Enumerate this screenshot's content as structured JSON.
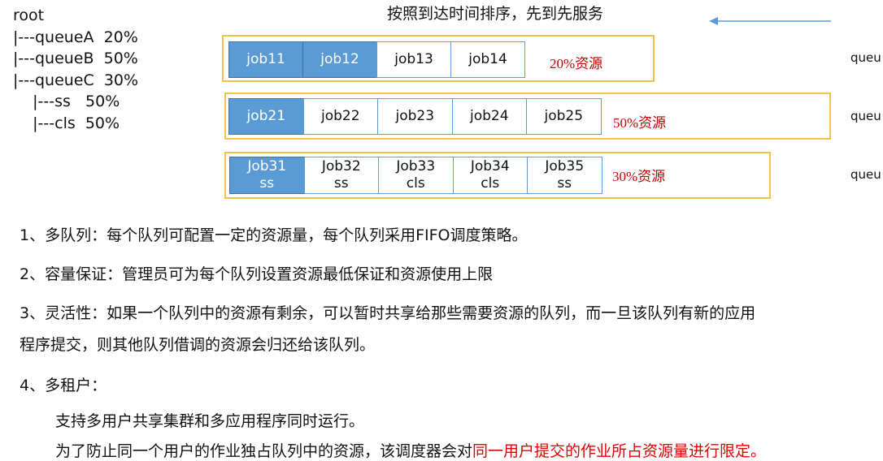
{
  "tree": [
    "root",
    "|---queueA  20%",
    "|---queueB  50%",
    "|---queueC  30%",
    "    |---ss   50%",
    "    |---cls  50%"
  ],
  "heading": "按照到达时间排序，先到先服务",
  "queues": [
    {
      "label": "queu",
      "resource": "20%资源",
      "jobs": [
        {
          "line1": "job11",
          "line2": "",
          "filled": true
        },
        {
          "line1": "job12",
          "line2": "",
          "filled": true
        },
        {
          "line1": "job13",
          "line2": "",
          "filled": false
        },
        {
          "line1": "job14",
          "line2": "",
          "filled": false
        }
      ]
    },
    {
      "label": "queu",
      "resource": "50%资源",
      "jobs": [
        {
          "line1": "job21",
          "line2": "",
          "filled": true
        },
        {
          "line1": "job22",
          "line2": "",
          "filled": false
        },
        {
          "line1": "job23",
          "line2": "",
          "filled": false
        },
        {
          "line1": "job24",
          "line2": "",
          "filled": false
        },
        {
          "line1": "job25",
          "line2": "",
          "filled": false
        }
      ]
    },
    {
      "label": "queu",
      "resource": "30%资源",
      "jobs": [
        {
          "line1": "Job31",
          "line2": "ss",
          "filled": true
        },
        {
          "line1": "Job32",
          "line2": "ss",
          "filled": false
        },
        {
          "line1": "Job33",
          "line2": "cls",
          "filled": false
        },
        {
          "line1": "Job34",
          "line2": "cls",
          "filled": false
        },
        {
          "line1": "Job35",
          "line2": "ss",
          "filled": false
        }
      ]
    }
  ],
  "points": {
    "p1": "1、多队列：每个队列可配置一定的资源量，每个队列采用FIFO调度策略。",
    "p2": "2、容量保证：管理员可为每个队列设置资源最低保证和资源使用上限",
    "p3a": "3、灵活性：如果一个队列中的资源有剩余，可以暂时共享给那些需要资源的队列，而一旦该队列有新的应用",
    "p3b": "程序提交，则其他队列借调的资源会归还给该队列。",
    "p4": "4、多租户：",
    "p4a": "支持多用户共享集群和多应用程序同时运行。",
    "p4b_normal": "为了防止同一个用户的作业独占队列中的资源，该调度器会对",
    "p4b_red": "同一用户提交的作业所占资源量进行限定。"
  }
}
